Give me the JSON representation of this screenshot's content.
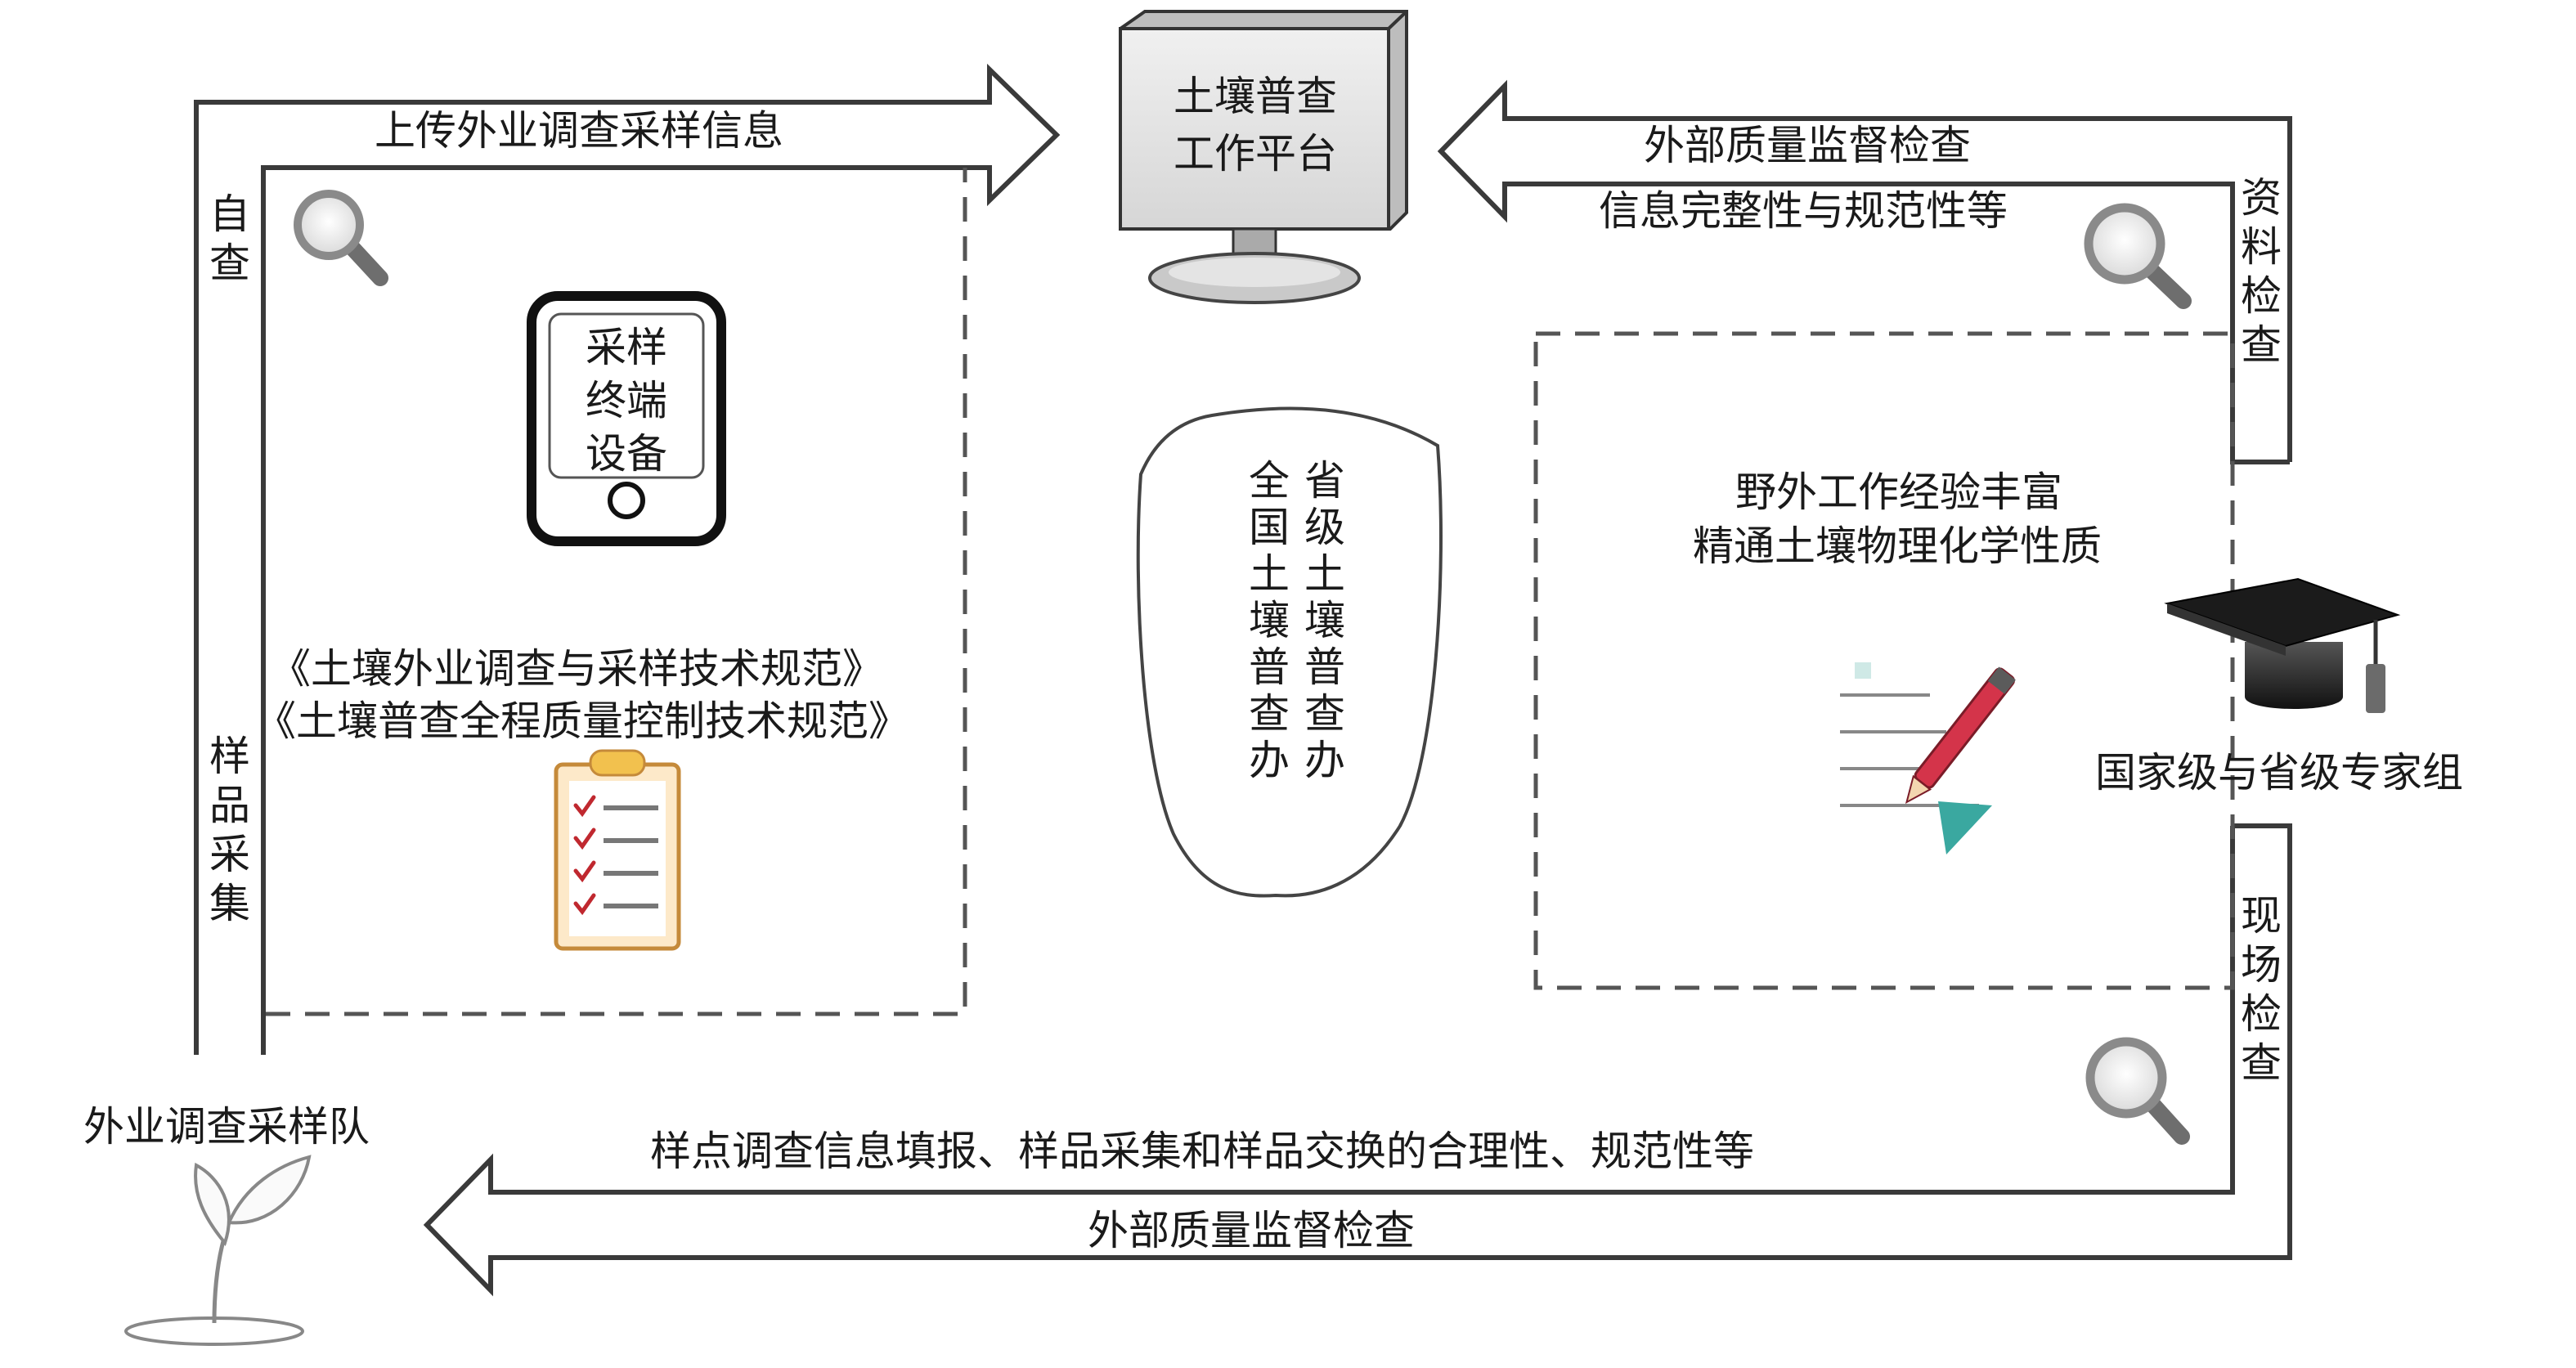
{
  "platform": {
    "line1": "土壤普查",
    "line2": "工作平台"
  },
  "left": {
    "upload_label": "上传外业调查采样信息",
    "self_check": "自查",
    "sample_collection": "样品采集",
    "terminal": {
      "line1": "采样",
      "line2": "终端",
      "line3": "设备"
    },
    "spec1": "《土壤外业调查与采样技术规范》",
    "spec2": "《土壤普查全程质量控制技术规范》",
    "team": "外业调查采样队"
  },
  "shield": {
    "col1": "省级土壤普查办",
    "col2": "全国土壤普查办"
  },
  "right": {
    "top_line1": "外部质量监督检查",
    "top_line2": "信息完整性与规范性等",
    "data_check": "资料检查",
    "expert_desc1": "野外工作经验丰富",
    "expert_desc2": "精通土壤物理化学性质",
    "expert_group": "国家级与省级专家组",
    "field_check": "现场检查"
  },
  "bottom": {
    "line1": "样点调查信息填报、样品采集和样品交换的合理性、规范性等",
    "line2": "外部质量监督检查"
  },
  "icons": [
    "magnifier-icon",
    "tablet-icon",
    "clipboard-icon",
    "monitor-icon",
    "graduation-cap-icon",
    "document-pen-icon",
    "sprout-icon"
  ],
  "colors": {
    "arrow_outline": "#3a3a3a",
    "dashed": "#555555",
    "check_red": "#c0282f",
    "clip_yellow": "#f2c14e",
    "pen_red": "#d4344a",
    "teal": "#3aa8a0"
  }
}
